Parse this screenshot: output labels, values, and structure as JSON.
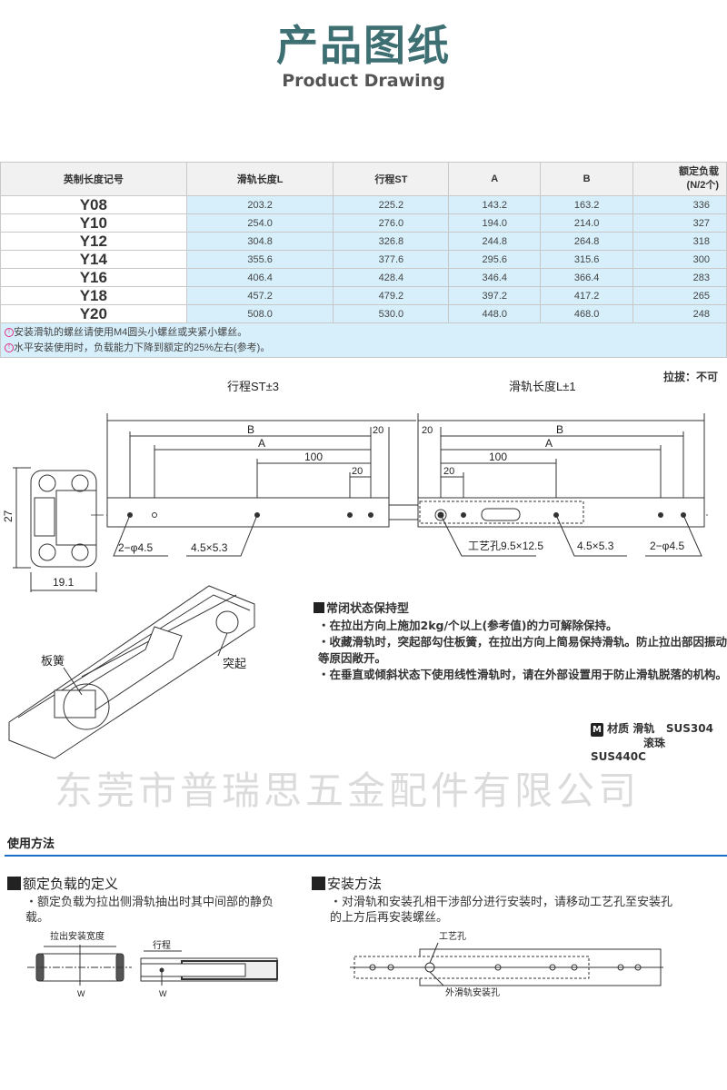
{
  "header": {
    "title": "产品图纸",
    "subtitle": "Product Drawing"
  },
  "table": {
    "columns": [
      "英制长度记号",
      "滑轨长度L",
      "行程ST",
      "A",
      "B",
      "额定负载",
      "(N/2个)"
    ],
    "rows": [
      [
        "Y08",
        "203.2",
        "225.2",
        "143.2",
        "163.2",
        "336"
      ],
      [
        "Y10",
        "254.0",
        "276.0",
        "194.0",
        "214.0",
        "327"
      ],
      [
        "Y12",
        "304.8",
        "326.8",
        "244.8",
        "264.8",
        "318"
      ],
      [
        "Y14",
        "355.6",
        "377.6",
        "295.6",
        "315.6",
        "300"
      ],
      [
        "Y16",
        "406.4",
        "428.4",
        "346.4",
        "366.4",
        "283"
      ],
      [
        "Y18",
        "457.2",
        "479.2",
        "397.2",
        "417.2",
        "265"
      ],
      [
        "Y20",
        "508.0",
        "530.0",
        "448.0",
        "468.0",
        "248"
      ]
    ],
    "notes": [
      "安装滑轨的螺丝请使用M4圆头小螺丝或夹紧小螺丝。",
      "水平安装使用时，负载能力下降到额定的25%左右(参考)。"
    ],
    "note_icon": "pin-icon",
    "note_icon_color": "#e0308a",
    "cell_color": "#d6effb"
  },
  "drawing": {
    "pull": "拉拔：不可",
    "stroke": "行程ST±3",
    "length": "滑轨长度L±1",
    "B": "B",
    "A": "A",
    "d100": "100",
    "d20": "20",
    "height": "27",
    "width": "19.1",
    "hole1": "2−φ4.5",
    "hole2": "4.5×5.3",
    "hole3": "工艺孔9.5×12.5",
    "hole4": "4.5×5.3",
    "hole5": "2−φ4.5",
    "spring": "板簧",
    "bump": "突起",
    "watermark": "东莞市普瑞思五金配件有限公司"
  },
  "description": {
    "heading": "常闭状态保持型",
    "bullets": [
      "・在拉出方向上施加2kg/个以上(参考值)的力可解除保持。",
      "・收藏滑轨时，突起部勾住板簧，在拉出方向上简易保持滑轨。防止拉出部因振动等原因敞开。",
      "・在垂直或倾斜状态下使用线性滑轨时，请在外部设置用于防止滑轨脱落的机构。"
    ]
  },
  "material": {
    "badge": "M",
    "label": "材质",
    "rail": "滑轨",
    "rail_mat": "SUS304",
    "ball": "滚珠",
    "ball_mat": "SUS440C"
  },
  "usage": {
    "title": "使用方法",
    "accent": "#1a6fc9",
    "rated": {
      "heading": "额定负载的定义",
      "text": "・额定负载为拉出侧滑轨抽出时其中间部的静负载。",
      "label1": "拉出安装宽度",
      "label2": "行程",
      "w": "W"
    },
    "install": {
      "heading": "安装方法",
      "text": "・对滑轨和安装孔相干涉部分进行安装时，请移动工艺孔至安装孔的上方后再安装螺丝。",
      "label1": "工艺孔",
      "label2": "外滑轨安装孔"
    }
  }
}
